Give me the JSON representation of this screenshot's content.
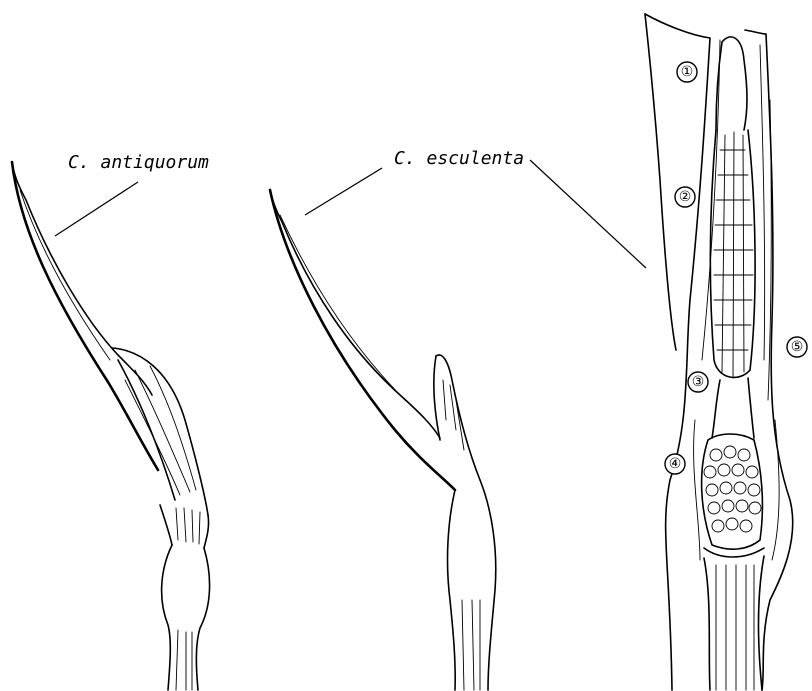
{
  "labels": {
    "species_1": "C. antiquorum",
    "species_2": "C. esculenta"
  },
  "parts": [
    {
      "number": "①"
    },
    {
      "number": "②"
    },
    {
      "number": "③"
    },
    {
      "number": "④"
    },
    {
      "number": "⑤"
    }
  ]
}
